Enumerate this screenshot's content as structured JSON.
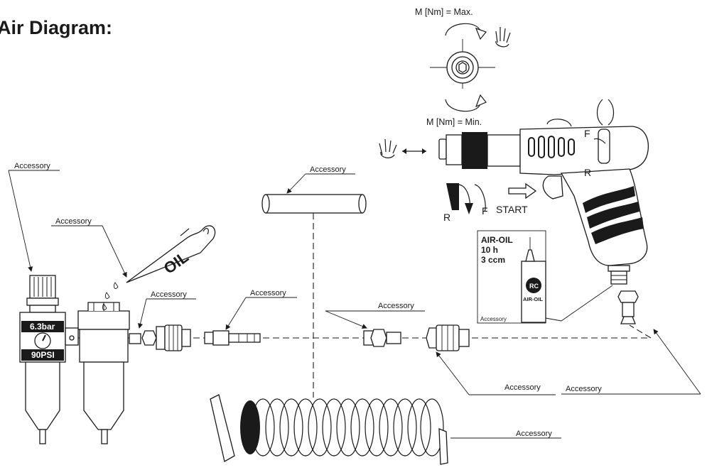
{
  "title": "Air Diagram:",
  "labels": {
    "torque_max": "M [Nm] = Max.",
    "torque_min": "M [Nm] = Min.",
    "start": "START",
    "dir_r_bottom": "R",
    "dir_f_bottom": "F",
    "dir_f_side": "F",
    "dir_r_side": "R",
    "pressure_bar": "6.3bar",
    "pressure_psi": "90PSI",
    "oil_tube": "OIL",
    "air_oil_title": "AIR-OIL",
    "air_oil_interval": "10 h",
    "air_oil_amount": "3 ccm",
    "air_oil_bottle": "AIR-OIL",
    "air_oil_accessory": "Accessory"
  },
  "callouts": [
    "Accessory",
    "Accessory",
    "Accessory",
    "Accessory",
    "Accessory",
    "Accessory",
    "Accessory",
    "Accessory",
    "Accessory"
  ],
  "icons": [
    "rotation-arrow-icon",
    "hand-icon",
    "double-arrow-icon",
    "start-arrow-icon",
    "oil-drop-icon"
  ]
}
